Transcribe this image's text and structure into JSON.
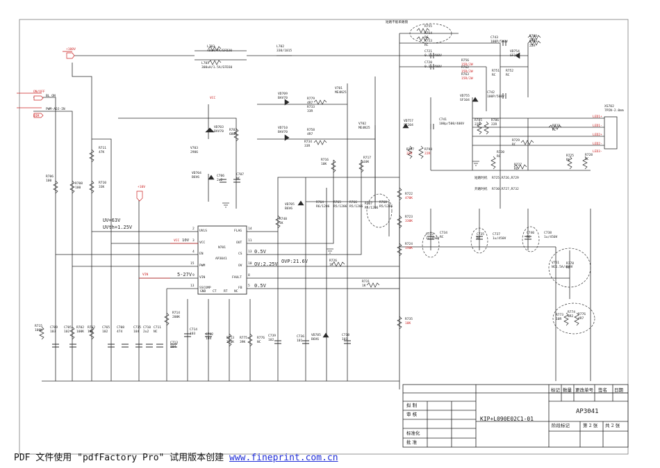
{
  "header": {
    "note": "短路不能单路锁"
  },
  "nets": {
    "v100": "+100V",
    "onoff": "ON/OFF",
    "bl_on": "BL_ON",
    "pwm_adj_in": "PWM-ADJ-IN",
    "dim": "DIM",
    "vcc": "VCC",
    "v10": "+10V",
    "vin": "VIN",
    "vcc_pin": "VCC",
    "v10_label": "10V"
  },
  "ic": {
    "ref": "N701",
    "part": "AP3041",
    "pins_left": [
      {
        "n": "2",
        "name": "UVLS"
      },
      {
        "n": "3",
        "name": "VCC"
      },
      {
        "n": "4",
        "name": "EN"
      },
      {
        "n": "15",
        "name": "PWM"
      },
      {
        "n": "9",
        "name": "VIN"
      },
      {
        "n": "13",
        "name": "SSCOMP"
      }
    ],
    "pins_right": [
      {
        "n": "14",
        "name": "FLAG"
      },
      {
        "n": "11",
        "name": "OUT"
      },
      {
        "n": "13",
        "name": "CS"
      },
      {
        "n": "10",
        "name": "OV"
      },
      {
        "n": "8",
        "name": "FAULT"
      },
      {
        "n": "5",
        "name": "FB"
      }
    ],
    "pins_bottom": [
      "GND",
      "CT",
      "RT",
      "NC"
    ]
  },
  "annotations": [
    {
      "id": "uv",
      "text": "UV=63V"
    },
    {
      "id": "uvth",
      "text": "UVth=1.25V"
    },
    {
      "id": "v527",
      "text": "5-27V"
    },
    {
      "id": "out05a",
      "text": "0.5V"
    },
    {
      "id": "ov225",
      "text": "OV:2.25V"
    },
    {
      "id": "ovp",
      "text": "OVP:21.6V"
    },
    {
      "id": "fb05",
      "text": "0.5V"
    }
  ],
  "components": [
    {
      "id": "l703",
      "ref": "L703",
      "value": "48uH/7A/EFD30"
    },
    {
      "id": "l701",
      "ref": "L701",
      "value": "300uH/1.5A/EFD30"
    },
    {
      "id": "l702",
      "ref": "L702",
      "value": "330/1015"
    },
    {
      "id": "r711",
      "ref": "R711",
      "value": "47K"
    },
    {
      "id": "r706",
      "ref": "R706",
      "value": "100"
    },
    {
      "id": "r708",
      "ref": "R708",
      "value": "100"
    },
    {
      "id": "r710",
      "ref": "R710",
      "value": "33K"
    },
    {
      "id": "r703",
      "ref": "R703",
      "value": "680K"
    },
    {
      "id": "vd703",
      "ref": "VD703",
      "value": "BAV70"
    },
    {
      "id": "v703",
      "ref": "V703",
      "value": "2906"
    },
    {
      "id": "vd704",
      "ref": "VD704",
      "value": "B6V6"
    },
    {
      "id": "c706",
      "ref": "C706",
      "value": "2u2"
    },
    {
      "id": "c707",
      "ref": "C707",
      "value": "NC"
    },
    {
      "id": "vd709",
      "ref": "VD709",
      "value": "BAV70"
    },
    {
      "id": "vd710",
      "ref": "VD710",
      "value": "BAV70"
    },
    {
      "id": "r779",
      "ref": "R779",
      "value": "4R7"
    },
    {
      "id": "r733",
      "ref": "R733",
      "value": "33R"
    },
    {
      "id": "r758",
      "ref": "R758",
      "value": "4R7"
    },
    {
      "id": "r734",
      "ref": "R734",
      "value": "33R"
    },
    {
      "id": "v701",
      "ref": "V701",
      "value": "ME4N25"
    },
    {
      "id": "v702",
      "ref": "V702",
      "value": "ME4N25"
    },
    {
      "id": "r716",
      "ref": "R716",
      "value": "10K"
    },
    {
      "id": "r717",
      "ref": "R717",
      "value": "10K"
    },
    {
      "id": "vd705",
      "ref": "VD705",
      "value": "B6V6"
    },
    {
      "id": "r764",
      "ref": "R764",
      "value": "R6/1206"
    },
    {
      "id": "r765",
      "ref": "R765",
      "value": "R5/1206"
    },
    {
      "id": "r766",
      "ref": "R766",
      "value": "R5/1206"
    },
    {
      "id": "r767",
      "ref": "R767",
      "value": "R5/1206"
    },
    {
      "id": "r768",
      "ref": "R768",
      "value": "R5/1206"
    },
    {
      "id": "r748",
      "ref": "R748",
      "value": "1K"
    },
    {
      "id": "r755",
      "ref": "R755",
      "value": ""
    },
    {
      "id": "r754",
      "ref": "R754",
      "value": "RC"
    },
    {
      "id": "r753",
      "ref": "R753",
      "value": "RC"
    },
    {
      "id": "c721",
      "ref": "C721",
      "value": "0.1u/400V"
    },
    {
      "id": "c720",
      "ref": "C720",
      "value": "0.1u/400V"
    },
    {
      "id": "c743",
      "ref": "C743",
      "value": "100P/500V"
    },
    {
      "id": "r780",
      "ref": "R780",
      "value": "22R"
    },
    {
      "id": "r769",
      "ref": "R769",
      "value": "22R"
    },
    {
      "id": "vd754",
      "ref": "VD754",
      "value": "SF104"
    },
    {
      "id": "r756",
      "ref": "R756",
      "value": "15R/2W"
    },
    {
      "id": "r762",
      "ref": "R762",
      "value": "15R/2W"
    },
    {
      "id": "r763",
      "ref": "R763",
      "value": "15R/2W"
    },
    {
      "id": "r751",
      "ref": "R751",
      "value": "RC"
    },
    {
      "id": "r752",
      "ref": "R752",
      "value": "RC"
    },
    {
      "id": "vd755",
      "ref": "VD755",
      "value": "SF104"
    },
    {
      "id": "c742",
      "ref": "C742",
      "value": "100P/500V"
    },
    {
      "id": "vd757",
      "ref": "VD757",
      "value": "SF104"
    },
    {
      "id": "c741",
      "ref": "C741",
      "value": "100p/500/400V"
    },
    {
      "id": "r785",
      "ref": "R785",
      "value": "22R"
    },
    {
      "id": "r786",
      "ref": "R786",
      "value": "22R"
    },
    {
      "id": "r797",
      "ref": "R797",
      "value": "22R"
    },
    {
      "id": "r798",
      "ref": "R798",
      "value": "22R"
    },
    {
      "id": "r732",
      "ref": "R732",
      "value": "RC"
    },
    {
      "id": "r729",
      "ref": "R729",
      "value": "RC"
    },
    {
      "id": "r730",
      "ref": "R730",
      "value": "RC"
    },
    {
      "id": "r727",
      "ref": "R727",
      "value": "RC"
    },
    {
      "id": "r725",
      "ref": "R725",
      "value": "RC"
    },
    {
      "id": "r728",
      "ref": "R728",
      "value": "RC"
    },
    {
      "id": "xs702",
      "ref": "XS702",
      "value": "7PIN-2.0mm"
    },
    {
      "id": "r722",
      "ref": "R722",
      "value": "470K"
    },
    {
      "id": "r723",
      "ref": "R723",
      "value": "330K"
    },
    {
      "id": "r724",
      "ref": "R724",
      "value": "150K"
    },
    {
      "id": "r735",
      "ref": "R735",
      "value": "10K"
    },
    {
      "id": "c733",
      "ref": "C733",
      "value": "1u/450V"
    },
    {
      "id": "c734",
      "ref": "C734",
      "value": "RC"
    },
    {
      "id": "c735",
      "ref": "C735",
      "value": "RC"
    },
    {
      "id": "c737",
      "ref": "C737",
      "value": "1u/450V"
    },
    {
      "id": "c740",
      "ref": "C740",
      "value": "RC"
    },
    {
      "id": "c738",
      "ref": "C738",
      "value": "1u/450V"
    },
    {
      "id": "v751",
      "ref": "V751",
      "value": "NC1.5A/400V"
    },
    {
      "id": "r778",
      "ref": "R778",
      "value": "RC"
    },
    {
      "id": "r773",
      "ref": "R773",
      "value": "10R"
    },
    {
      "id": "r774",
      "ref": "R774",
      "value": "8R2"
    },
    {
      "id": "r776",
      "ref": "R776",
      "value": "4R7"
    },
    {
      "id": "r726",
      "ref": "R726",
      "value": "1K"
    },
    {
      "id": "r731",
      "ref": "R731",
      "value": "1K"
    },
    {
      "id": "r715",
      "ref": "R715",
      "value": "100K"
    },
    {
      "id": "c709",
      "ref": "C709",
      "value": "103"
    },
    {
      "id": "c705",
      "ref": "C705",
      "value": "102"
    },
    {
      "id": "r702",
      "ref": "R702",
      "value": "100K"
    },
    {
      "id": "r712",
      "ref": "R712",
      "value": "10K"
    },
    {
      "id": "c765",
      "ref": "C765",
      "value": "102"
    },
    {
      "id": "c708",
      "ref": "C708",
      "value": "474"
    },
    {
      "id": "c715",
      "ref": "C715",
      "value": "104"
    },
    {
      "id": "c710",
      "ref": "C710",
      "value": "2u2"
    },
    {
      "id": "c711",
      "ref": "C711",
      "value": "NC"
    },
    {
      "id": "r714",
      "ref": "R714",
      "value": "200K"
    },
    {
      "id": "c713",
      "ref": "C713",
      "value": "104"
    },
    {
      "id": "c714",
      "ref": "C714",
      "value": "103"
    },
    {
      "id": "c712",
      "ref": "C712",
      "value": "104"
    },
    {
      "id": "r713",
      "ref": "R713",
      "value": "270K"
    },
    {
      "id": "r775",
      "ref": "R775",
      "value": "39K"
    },
    {
      "id": "r776b",
      "ref": "R776",
      "value": "NC"
    },
    {
      "id": "c739",
      "ref": "C739",
      "value": "102"
    },
    {
      "id": "c736",
      "ref": "C736",
      "value": "101"
    },
    {
      "id": "vd785",
      "ref": "VD785",
      "value": "B6V6"
    },
    {
      "id": "c718",
      "ref": "C718",
      "value": "101"
    }
  ],
  "connector_pins": [
    "LED1+",
    "LED1-",
    "LED2+",
    "LED2-",
    "LED3-"
  ],
  "bom_notes": [
    {
      "label": "短路时机",
      "refs": "R725,R726,R729"
    },
    {
      "label": "开路时机",
      "refs": "R730,R727,R732"
    }
  ],
  "title_block": {
    "header_cols": [
      "标记",
      "数量",
      "更改单号",
      "签名",
      "日期"
    ],
    "rows": [
      "拟 制",
      "审 核",
      "",
      "",
      "标准化",
      "批 准"
    ],
    "drawing_no": "KIP+L090E02C1-01",
    "title": "AP3041",
    "stage_label": "阶段标记",
    "sheet_label": "第 2 张",
    "total_label": "共 2 张"
  },
  "footer": {
    "prefix": "PDF 文件使用 \"pdfFactory Pro\" 试用版本创建",
    "link": "www.fineprint.com.cn"
  }
}
